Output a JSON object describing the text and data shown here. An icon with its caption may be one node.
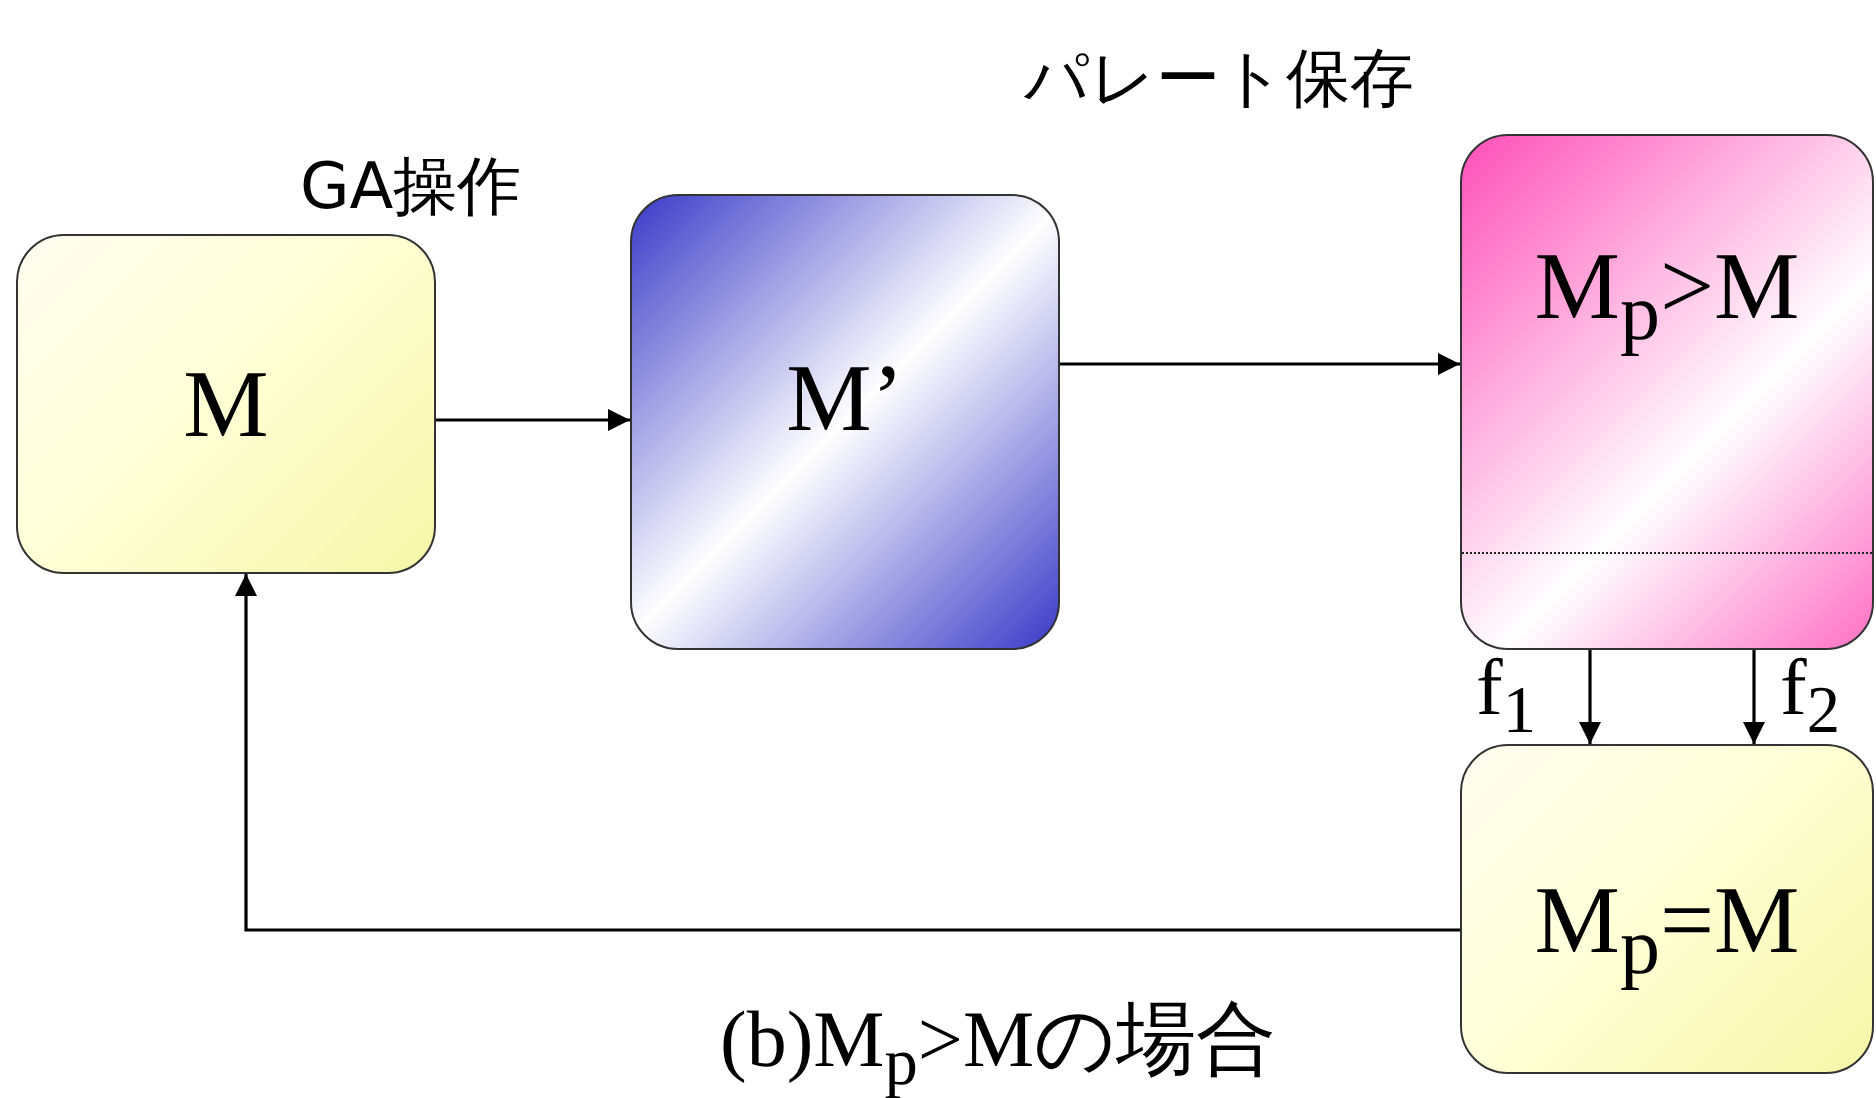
{
  "diagram": {
    "caption": "(b)M$_{p}$>Mの場合",
    "nodes": [
      {
        "text": [
          "M"
        ]
      },
      {
        "text": [
          "M’"
        ]
      },
      {
        "text": [
          "M$_{p}$>M"
        ]
      },
      {
        "text": [
          "M$_{p}$=M"
        ]
      }
    ],
    "edges": [
      {
        "from": 0,
        "to": 1,
        "arrow": "to",
        "label": "GA操作"
      },
      {
        "from": 1,
        "to": 2,
        "arrow": "to",
        "label": "パレート保存"
      },
      {
        "from": 2,
        "to": 3,
        "arrow": "to",
        "label": "f$_{1}$"
      },
      {
        "from": 2,
        "to": 3,
        "arrow": "to",
        "label": "f$_{2}$"
      },
      {
        "from": 3,
        "to": 0,
        "arrow": "to"
      }
    ]
  }
}
